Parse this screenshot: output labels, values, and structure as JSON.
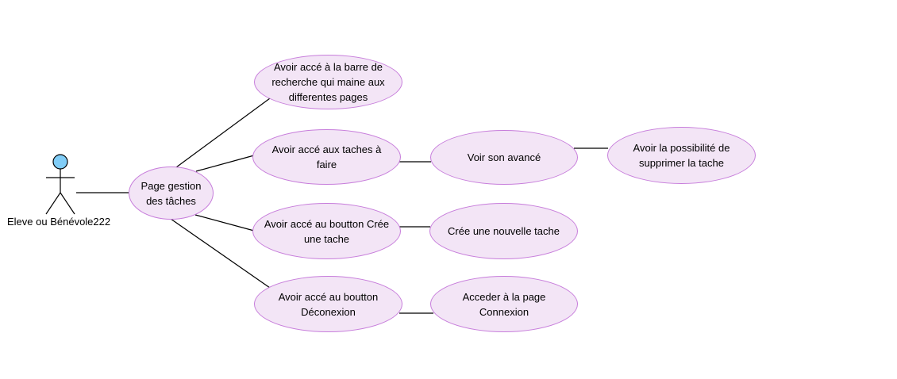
{
  "actor": {
    "label": "Eleve ou Bénévole222",
    "head_color": "#81cdf7"
  },
  "colors": {
    "usecase_fill": "#f3e5f6",
    "usecase_stroke": "#c77ddb",
    "line": "#000000"
  },
  "usecases": {
    "page_gestion": "Page gestion des tâches",
    "barre_recherche": "Avoir accé à la barre de recherche qui maine aux differentes pages",
    "taches_a_faire": "Avoir accé aux taches à faire",
    "voir_avance": "Voir son avancé",
    "supprimer_tache": "Avoir la possibilité de supprimer la tache",
    "bouton_cree": "Avoir accé au boutton Crée une tache",
    "nouvelle_tache": "Crée une nouvelle tache",
    "bouton_deconexion": "Avoir accé au boutton Déconexion",
    "page_connexion": "Acceder à la page Connexion"
  }
}
